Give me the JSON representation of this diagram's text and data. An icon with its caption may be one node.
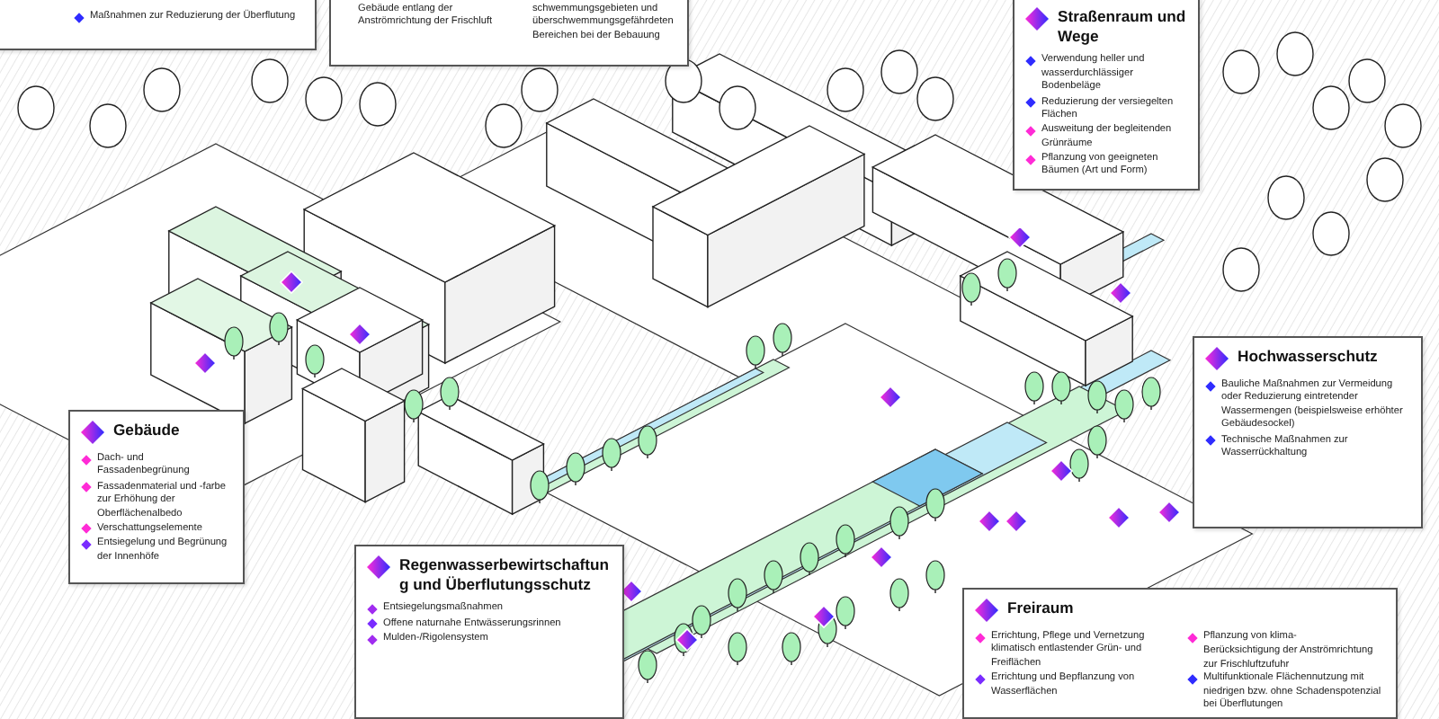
{
  "diagram": {
    "nodes": [
      {
        "text": [
          "Maßnahmen zur Reduzierung der Überflutung"
        ]
      },
      {
        "text": [
          "Gebäude entlang der Anströmrichtung der Frischluft",
          "schwemmungsgebieten und überschwemmungsgefährdeten Bereichen bei der Bebauung"
        ]
      },
      {
        "text": [
          "Straßenraum und Wege",
          "Verwendung heller und wasserdurchlässiger Bodenbeläge",
          "Reduzierung der versiegelten Flächen",
          "Ausweitung der begleitenden Grünräume",
          "Pflanzung von geeigneten Bäumen (Art und Form)"
        ]
      },
      {
        "text": [
          "Hochwasserschutz",
          "Bauliche Maßnahmen zur Vermeidung oder Reduzierung eintretender Wassermengen (beispielsweise erhöhter Gebäudesockel)",
          "Technische Maßnahmen zur Wasserrückhaltung"
        ]
      },
      {
        "text": [
          "Gebäude",
          "Dach- und Fassadenbegrünung",
          "Fassadenmaterial und -farbe zur Erhöhung der Oberflächenalbedo",
          "Verschattungselemente",
          "Entsiegelung und Begrünung der Innenhöfe"
        ]
      },
      {
        "text": [
          "Regenwasserbewirtschaftung und Überflutungsschutz",
          "Entsiegelungsmaßnahmen",
          "Offene naturnahe Entwässerungsrinnen",
          "Mulden-/Rigolensystem"
        ]
      },
      {
        "text": [
          "Freiraum",
          "Errichtung, Pflege und Vernetzung klimatisch entlastender Grün- und Freiflächen",
          "Errichtung und Bepflanzung von Wasserflächen",
          "Pflanzung von klima-",
          "Berücksichtigung der Anströmrichtung zur Frischluftzufuhr",
          "Multifunktionale Flächennutzung mit niedrigen bzw. ohne Schadenspotenzial bei Überflutungen"
        ]
      }
    ]
  }
}
